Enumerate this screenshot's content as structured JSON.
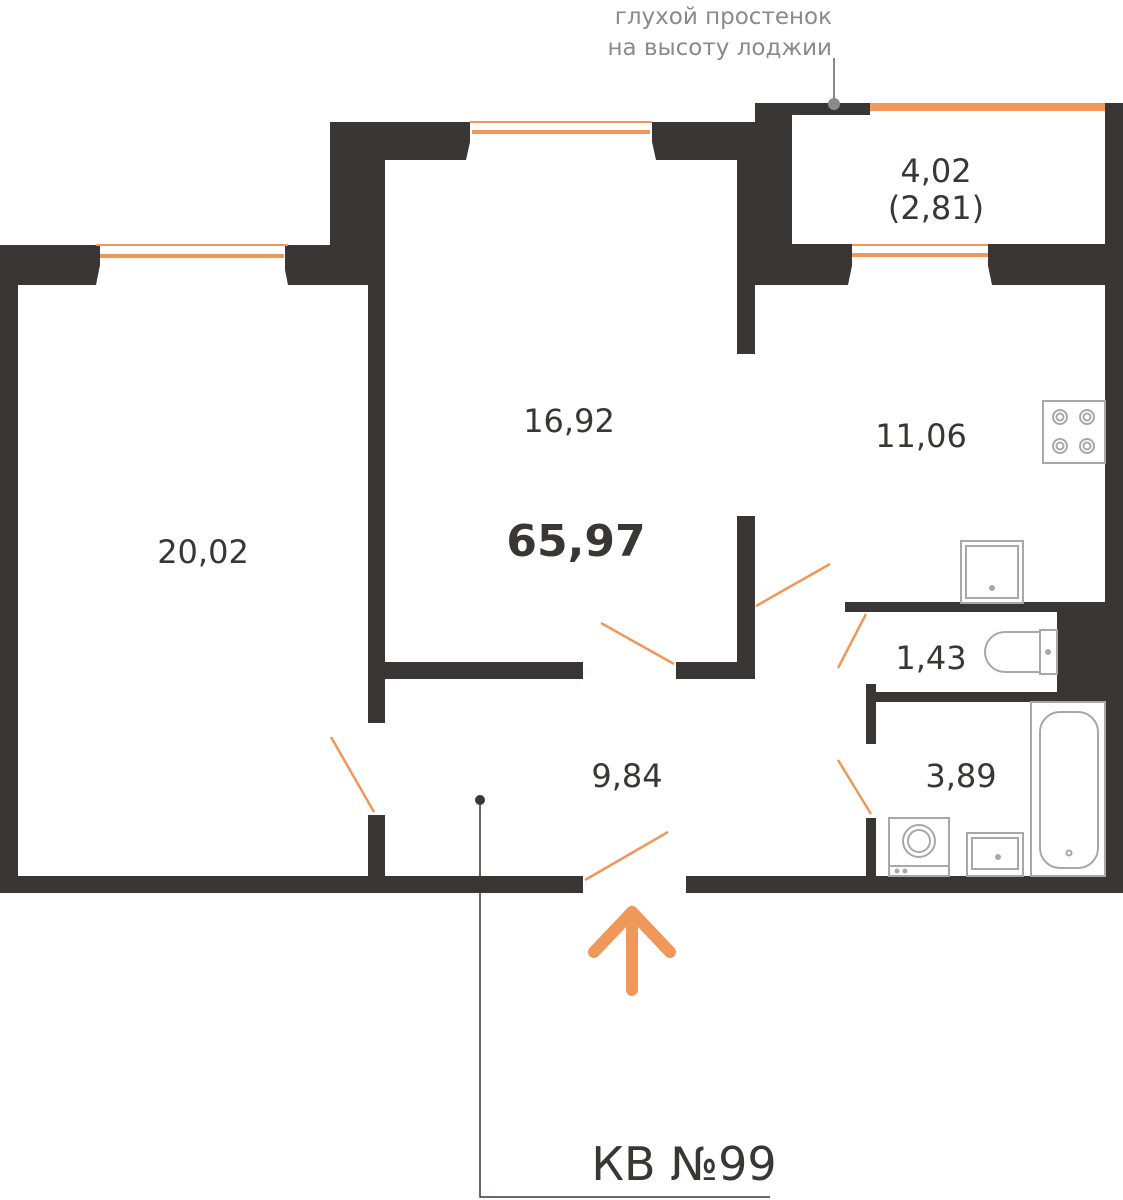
{
  "note": {
    "line1": "глухой простенок",
    "line2": "на высоту лоджии"
  },
  "rooms": {
    "loggia_area": "4,02",
    "loggia_area_reduced": "(2,81)",
    "living_area": "16,92",
    "bedroom_area": "20,02",
    "kitchen_area": "11,06",
    "toilet_area": "1,43",
    "bathroom_area": "3,89",
    "hall_area": "9,84"
  },
  "total_area": "65,97",
  "apartment_label": "КВ №99",
  "colors": {
    "wall": "#3a3635",
    "accent": "#f0975a",
    "fixture": "#a8a8a8",
    "note_text": "#8a8a8a"
  },
  "icons": {
    "entrance": "arrow-up-icon",
    "stove": "stove-icon",
    "sink": "sink-icon",
    "toilet": "toilet-icon",
    "bathtub": "bathtub-icon",
    "washer": "washing-machine-icon"
  }
}
